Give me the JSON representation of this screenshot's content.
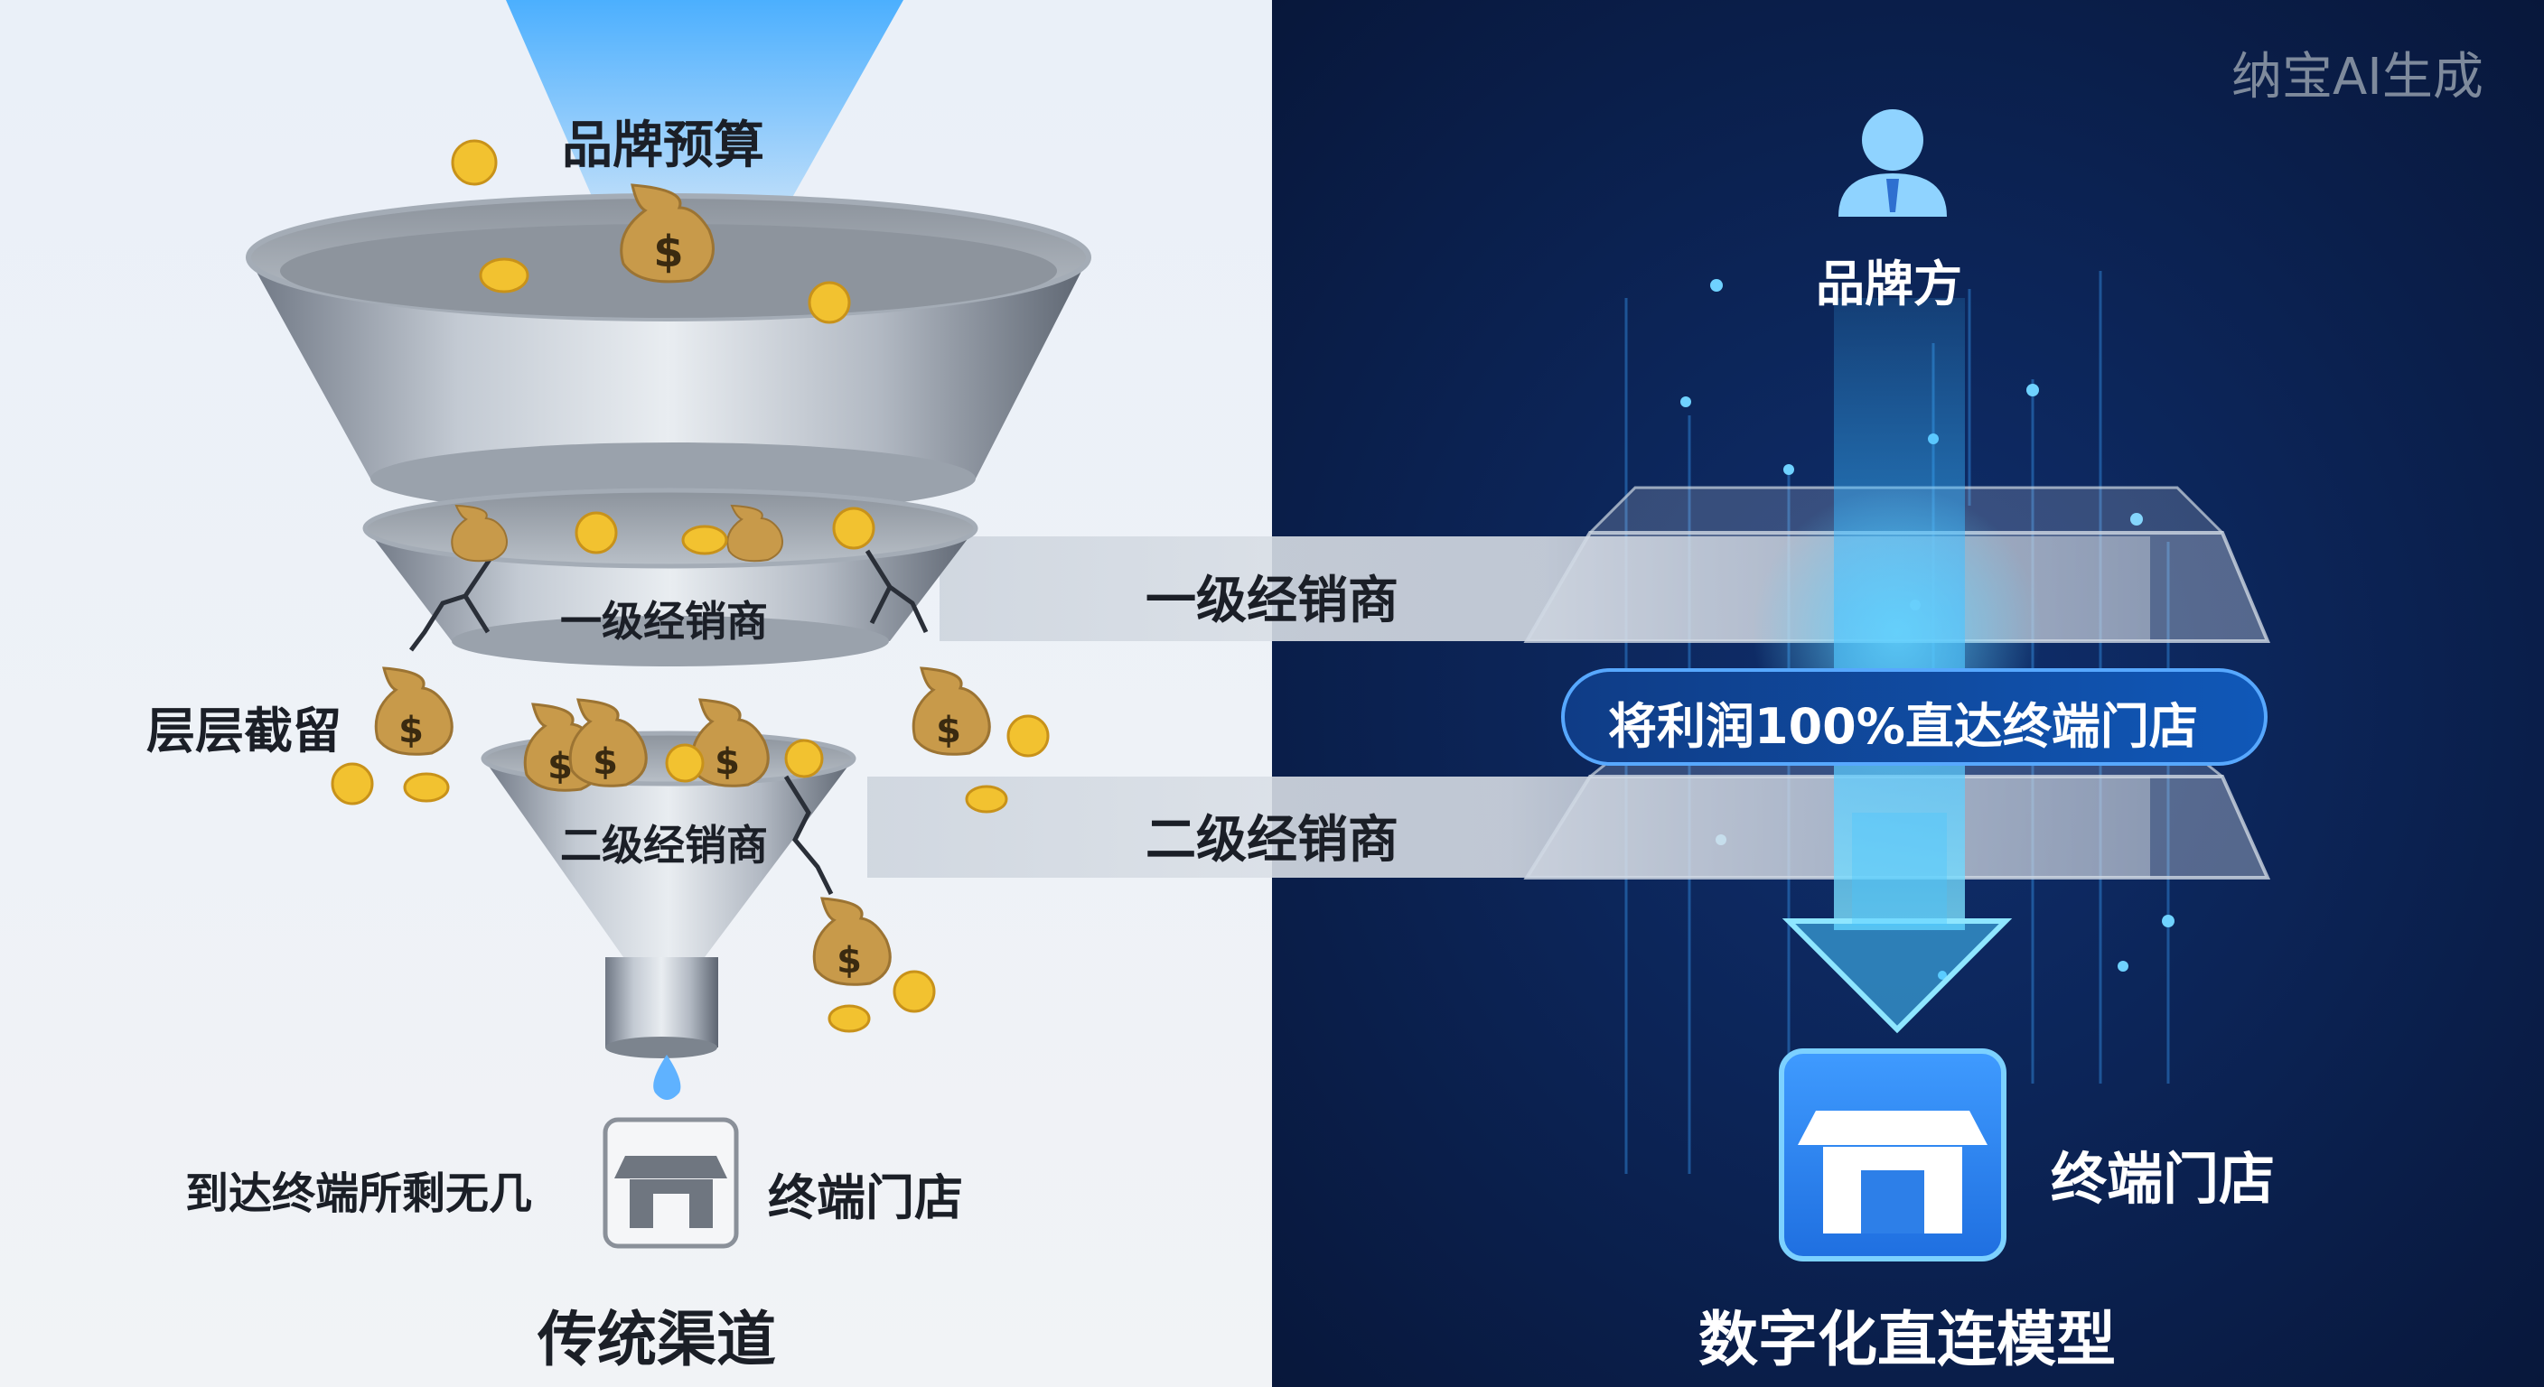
{
  "watermark": "纳宝AI生成",
  "left_panel": {
    "budget_label": "品牌预算",
    "distributor1_funnel_label": "一级经销商",
    "distributor2_funnel_label": "二级经销商",
    "intercept_label": "层层截留",
    "remaining_label": "到达终端所剩无几",
    "store_label": "终端门店",
    "title": "传统渠道"
  },
  "bands": {
    "distributor1_label": "一级经销商",
    "distributor2_label": "二级经销商"
  },
  "right_panel": {
    "brand_label": "品牌方",
    "profit_label": "将利润100%直达终端门店",
    "store_label": "终端门店",
    "title": "数字化直连模型"
  },
  "colors": {
    "left_bg": "#eef2f7",
    "right_bg": "#0b1d44",
    "accent_blue": "#3aa8ff",
    "coin_gold": "#f2c230",
    "bag_brown": "#c89a4a"
  },
  "icons": [
    "money-bag-icon",
    "coin-icon",
    "crack-icon",
    "water-drop-icon",
    "store-icon",
    "user-icon",
    "down-arrow-icon"
  ]
}
